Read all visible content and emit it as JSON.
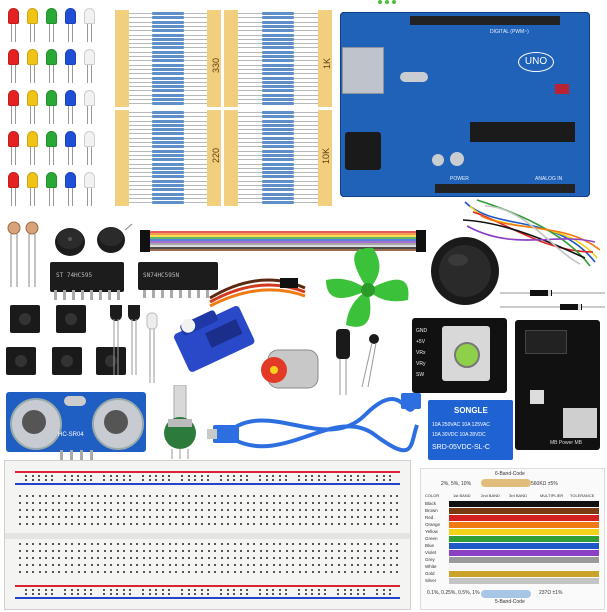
{
  "resistor_labels": [
    "330",
    "1K",
    "220",
    "10K"
  ],
  "arduino": {
    "logo": "UNO",
    "digital_label": "DIGITAL (PWM~)",
    "power_label": "POWER",
    "analog_label": "ANALOG IN"
  },
  "ic_labels": {
    "chip1": "ST 74HC595",
    "chip2": "SN74HC595N"
  },
  "ultrasonic": {
    "label": "HC-SR04"
  },
  "relay": {
    "brand": "SONGLE",
    "spec1": "10A 250VAC 10A 125VAC",
    "spec2": "10A 30VDC 10A 28VDC",
    "model": "SRD-05VDC-SL-C"
  },
  "joystick_pins": [
    "GND",
    "+5V",
    "VRx",
    "VRy",
    "SW"
  ],
  "power_module_label": "MB Power MB",
  "resistor_chart": {
    "title_top": "6-Band-Code",
    "title_bottom": "5-Band-Code",
    "pct_top": "2%, 5%, 10%",
    "pct_right": "560KΩ ±5%",
    "pct_bottom_left": "0.1%, 0.25%, 0.5%, 1%",
    "pct_bottom_right": "237Ω ±1%",
    "headers": [
      "COLOR",
      "1st BAND",
      "2nd BAND",
      "3rd BAND",
      "MULTIPLIER",
      "TOLERANCE"
    ],
    "rows": [
      {
        "name": "Black",
        "color": "#111111"
      },
      {
        "name": "Brown",
        "color": "#7a3b12"
      },
      {
        "name": "Red",
        "color": "#d21f1f"
      },
      {
        "name": "Orange",
        "color": "#f07b15"
      },
      {
        "name": "Yellow",
        "color": "#f3d21a"
      },
      {
        "name": "Green",
        "color": "#2f9e35"
      },
      {
        "name": "Blue",
        "color": "#2058c8"
      },
      {
        "name": "Violet",
        "color": "#8a3fc5"
      },
      {
        "name": "Grey",
        "color": "#9a9a9a"
      },
      {
        "name": "White",
        "color": "#f5f5f5"
      },
      {
        "name": "Gold",
        "color": "#c9a227"
      },
      {
        "name": "Silver",
        "color": "#c4c4c4"
      }
    ]
  },
  "led_colors": [
    "#e52222",
    "#f0c417",
    "#2aa836",
    "#1f4fd6",
    "#f2f2f2"
  ],
  "colors": {
    "pcb_blue": "#1f62b8",
    "tape": "#f2cf7e",
    "fan_green": "#3cc23a",
    "servo_blue": "#2a49c9",
    "cable_blue": "#2d6fe0"
  }
}
